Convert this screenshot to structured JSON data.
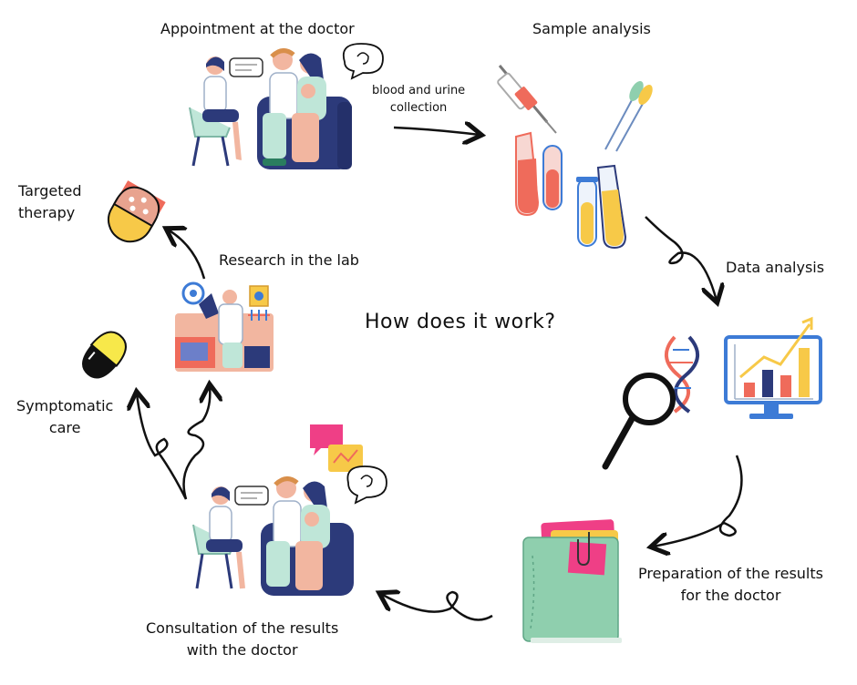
{
  "title": "How does it work?",
  "steps": {
    "appointment": "Appointment at the doctor",
    "sample_analysis": "Sample analysis",
    "collection": [
      "blood and urine",
      "collection"
    ],
    "data_analysis": "Data analysis",
    "preparation": [
      "Preparation of the results",
      "for the doctor"
    ],
    "consultation": [
      "Consultation of the results",
      "with the doctor"
    ],
    "research": "Research in the lab",
    "targeted": [
      "Targeted",
      "therapy"
    ],
    "symptomatic": [
      "Symptomatic",
      "care"
    ]
  },
  "colors": {
    "navy": "#2c3a7a",
    "mint": "#bfe6d8",
    "peach": "#f2b6a0",
    "red": "#ef6b5b",
    "yellow": "#f7c948",
    "blue": "#3d7bd6",
    "green": "#8fcfae",
    "pink": "#ef3f86"
  },
  "icons": [
    "people-illustration-icon",
    "test-tubes-icon",
    "dna-magnifier-icon",
    "chart-monitor-icon",
    "folder-icon",
    "lab-scientist-icon",
    "capsule-icon",
    "pill-icon"
  ]
}
